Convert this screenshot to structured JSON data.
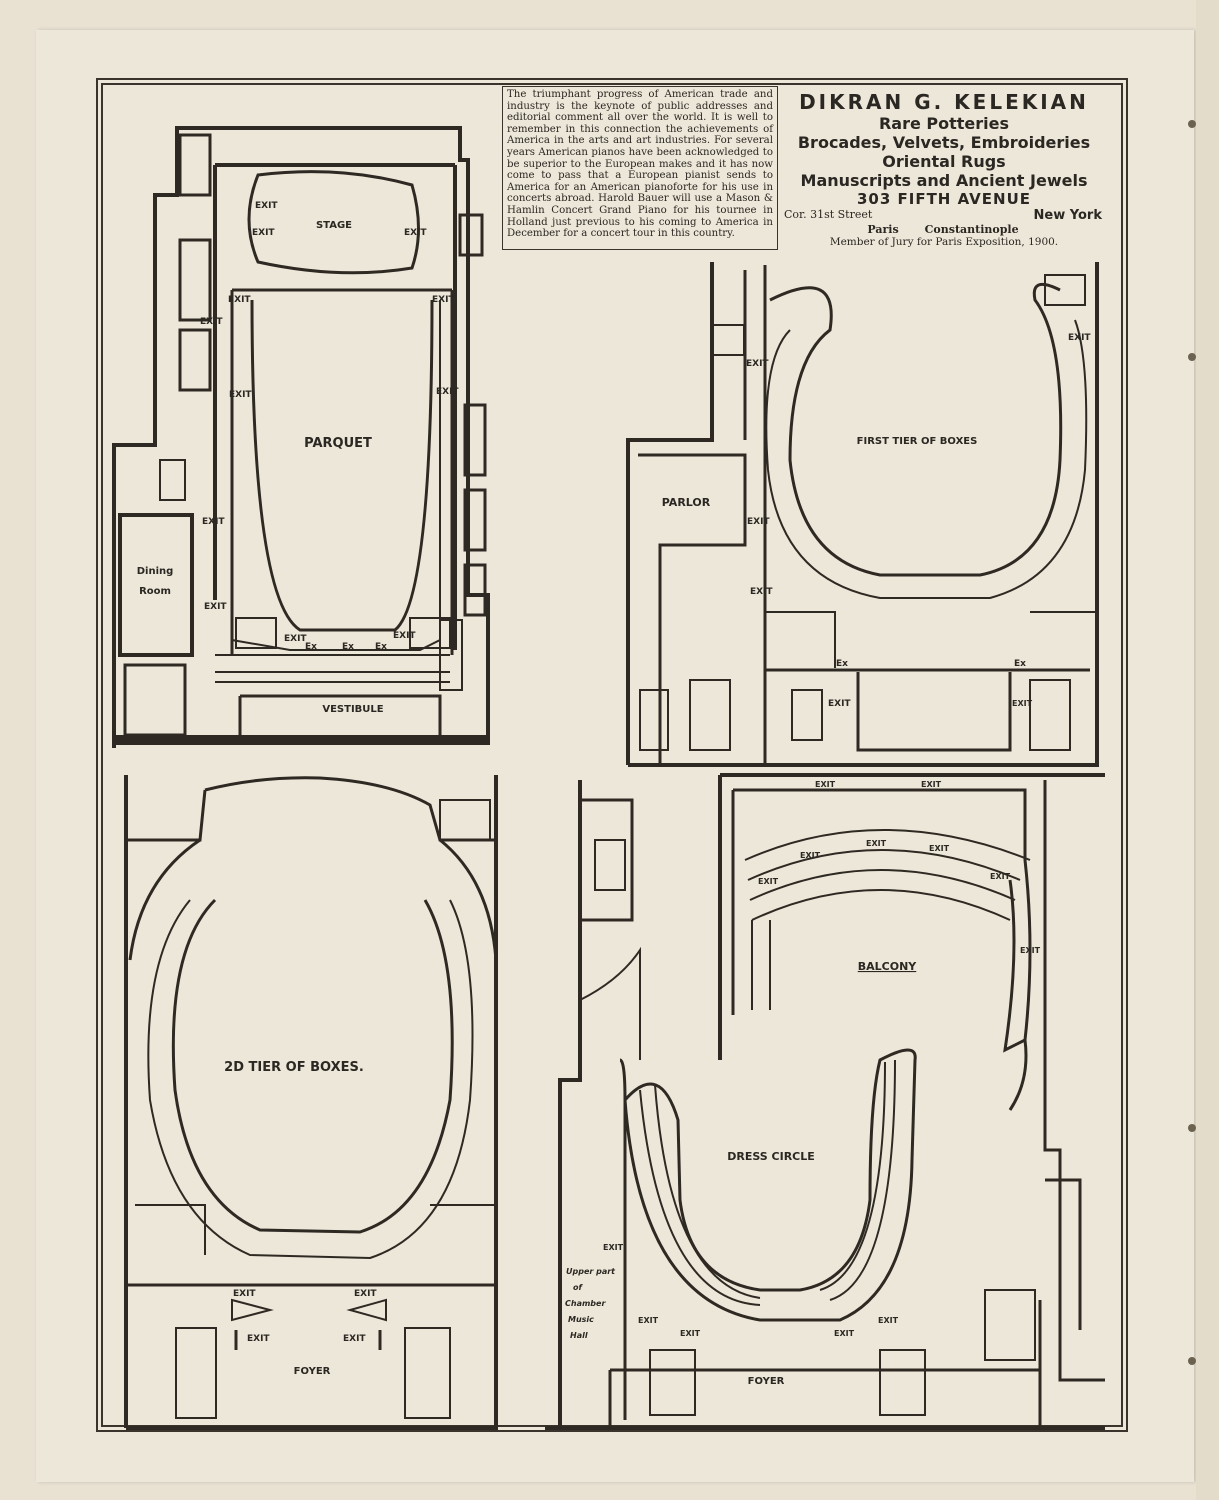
{
  "article": {
    "text": "The triumphant progress of American trade and industry is the keynote of public addresses and editorial comment all over the world. It is well to remember in this connection the achievements of America in the arts and art industries. For several years American pianos have been acknowledged to be superior to the European makes and it has now come to pass that a European pianist sends to America for an American pianoforte for his use in concerts abroad. Harold Bauer will use a Mason & Hamlin Concert Grand Piano for his tournee in Holland just previous to his coming to America in December for a concert tour in this country."
  },
  "advertisement": {
    "name": "DIKRAN G. KELEKIAN",
    "lines": [
      "Rare Potteries",
      "Brocades, Velvets, Embroideries",
      "Oriental Rugs",
      "Manuscripts and Ancient Jewels"
    ],
    "address": "303 FIFTH AVENUE",
    "corner": "Cor. 31st Street",
    "city": "New York",
    "branch1": "Paris",
    "branch2": "Constantinople",
    "jury": "Member of Jury for Paris Exposition, 1900."
  },
  "plans": {
    "parquet": {
      "title": "PARQUET",
      "stage": "STAGE",
      "dining": [
        "Dining",
        "Room"
      ],
      "vestibule": "VESTIBULE",
      "exit": "EXIT",
      "ex": "Ex"
    },
    "first_tier": {
      "title": "FIRST TIER OF BOXES",
      "parlor": "PARLOR",
      "exit": "EXIT",
      "ex": "Ex"
    },
    "second_tier": {
      "title": "2D TIER OF BOXES.",
      "foyer": "FOYER",
      "exit": "EXIT"
    },
    "balcony": {
      "title": "BALCONY",
      "dress_circle": "DRESS CIRCLE",
      "foyer": "FOYER",
      "exit": "EXIT",
      "chamber": [
        "Upper part",
        "of",
        "Chamber",
        "Music",
        "Hall"
      ]
    }
  }
}
